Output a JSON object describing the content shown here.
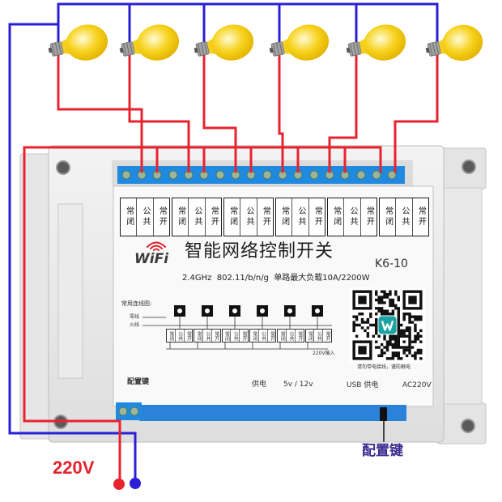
{
  "terminal_strip": {
    "groups": [
      {
        "cells": [
          "常闭",
          "公共",
          "常开"
        ]
      },
      {
        "cells": [
          "常闭",
          "公共",
          "常开"
        ]
      },
      {
        "cells": [
          "常闭",
          "公共",
          "常开"
        ]
      },
      {
        "cells": [
          "常闭",
          "公共",
          "常开"
        ]
      },
      {
        "cells": [
          "常闭",
          "公共",
          "常开"
        ]
      },
      {
        "cells": [
          "常闭",
          "公共",
          "常开"
        ]
      }
    ]
  },
  "device": {
    "logo": "WiFi",
    "title": "智能网络控制开关",
    "model": "K6-10",
    "spec": "2.4GHz  802.11/b/n/g  单路最大负载10A/2200W",
    "diagram": {
      "title": "常用连线图:",
      "neutral_label": "零线",
      "live_label": "火线",
      "input_label": "220V输入"
    },
    "qr_caption": "请勿带电接线，谨防触电",
    "bottom_labels": {
      "config_key": "配置键",
      "power": "供电",
      "voltage": "5v / 12v",
      "usb_power": "USB 供电",
      "ac": "AC220V"
    }
  },
  "annotations": {
    "input_voltage": "220V",
    "config_key_callout": "配置键"
  },
  "colors": {
    "live_wire": "#e8232e",
    "neutral_wire": "#2a1fd6",
    "terminal_blue": "#1f8ae0",
    "bulb_yellow": "#f7d21c",
    "callout_220": "#e3222c",
    "callout_key": "#3b2b8f"
  }
}
